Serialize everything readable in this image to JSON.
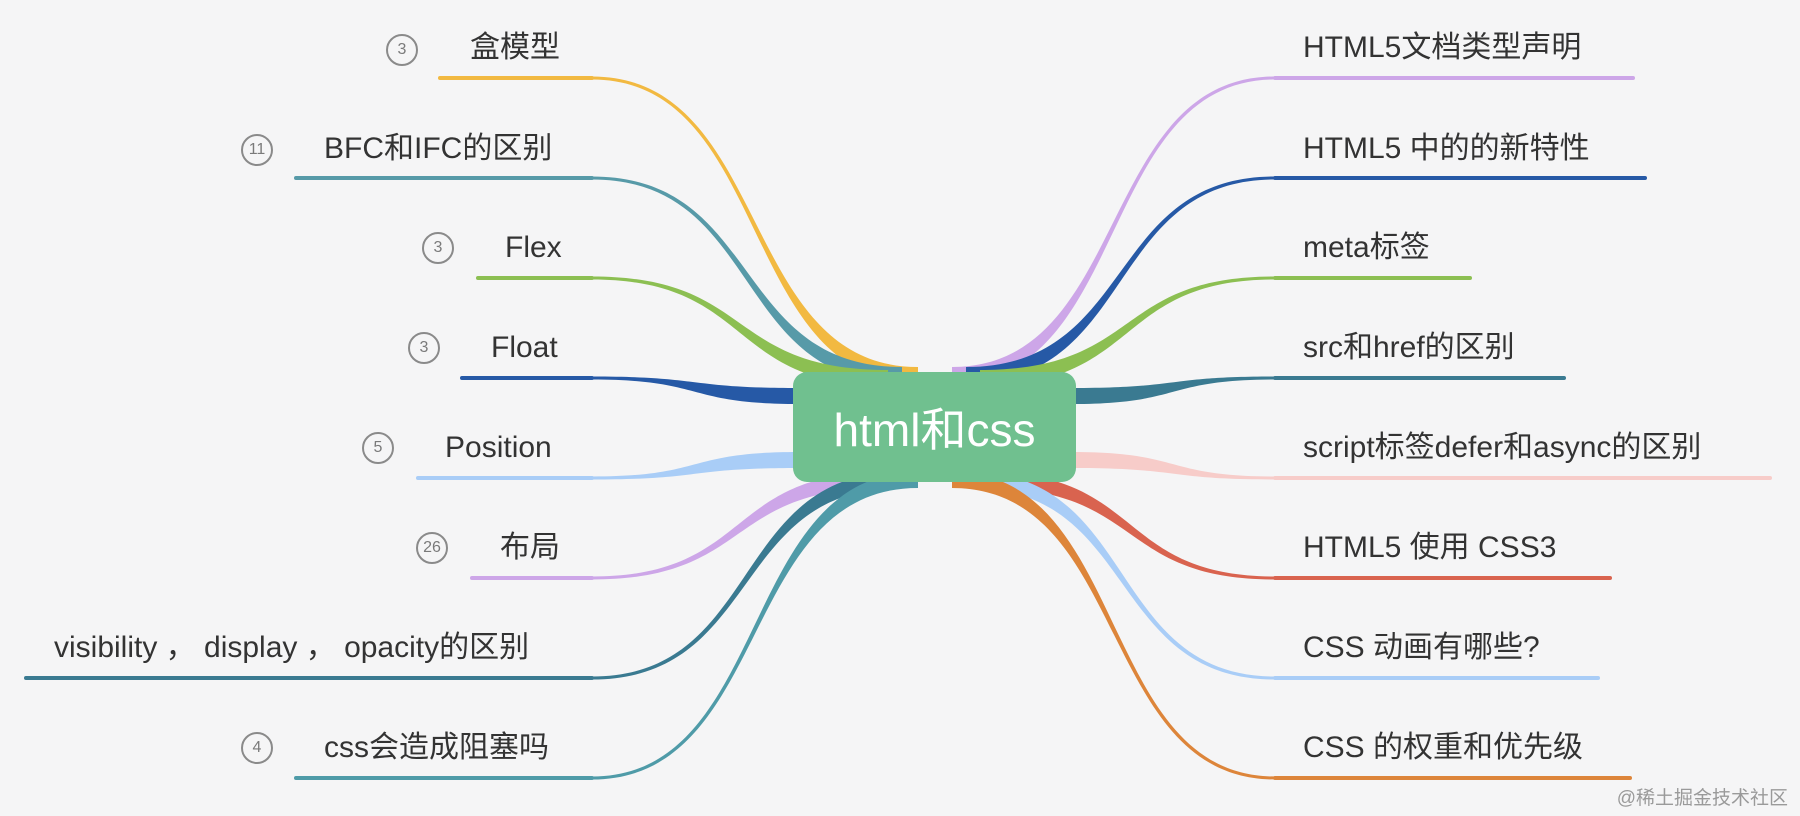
{
  "root": {
    "label": "html和css",
    "color": "#70c08f"
  },
  "left_branches": [
    {
      "label": "盒模型",
      "count": "3",
      "color": "#f2b941"
    },
    {
      "label": "BFC和IFC的区别",
      "count": "11",
      "color": "#579aa8"
    },
    {
      "label": "Flex",
      "count": "3",
      "color": "#8cbf52"
    },
    {
      "label": "Float",
      "count": "3",
      "color": "#2659a6"
    },
    {
      "label": "Position",
      "count": "5",
      "color": "#a9cdf7"
    },
    {
      "label": "布局",
      "count": "26",
      "color": "#cda6e8"
    },
    {
      "label": "visibility ， display ， opacity的区别",
      "count": "",
      "color": "#3a7a91"
    },
    {
      "label": "css会造成阻塞吗",
      "count": "4",
      "color": "#4f9ba8"
    }
  ],
  "right_branches": [
    {
      "label": "HTML5文档类型声明",
      "color": "#cda6e8"
    },
    {
      "label": "HTML5 中的的新特性",
      "color": "#2659a6"
    },
    {
      "label": "meta标签",
      "color": "#8cbf52"
    },
    {
      "label": "src和href的区别",
      "color": "#3a7a91"
    },
    {
      "label": "script标签defer和async的区别",
      "color": "#f7ccc9"
    },
    {
      "label": "HTML5 使用 CSS3",
      "color": "#d9634f"
    },
    {
      "label": "CSS 动画有哪些?",
      "color": "#a9cdf7"
    },
    {
      "label": "CSS 的权重和优先级",
      "color": "#dd853a"
    }
  ],
  "watermark": "@稀土掘金技术社区"
}
